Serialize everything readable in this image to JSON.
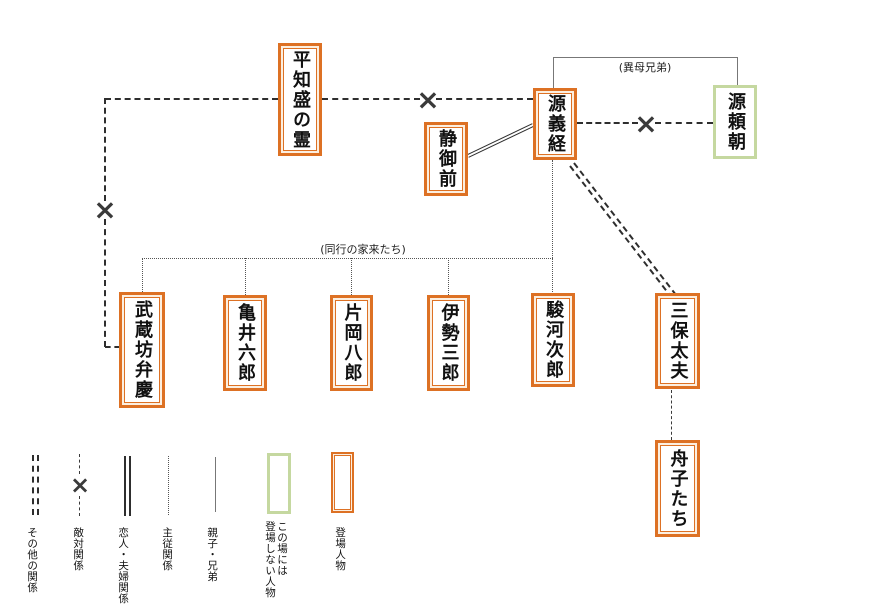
{
  "characters": [
    {
      "name": "平知盛の霊"
    },
    {
      "name": "静御前"
    },
    {
      "name": "源義経"
    },
    {
      "name": "源頼朝"
    },
    {
      "name": "武蔵坊弁慶"
    },
    {
      "name": "亀井六郎"
    },
    {
      "name": "片岡八郎"
    },
    {
      "name": "伊勢三郎"
    },
    {
      "name": "駿河次郎"
    },
    {
      "name": "三保太夫"
    },
    {
      "name": "舟子たち"
    }
  ],
  "annotations": {
    "half_brothers": "(異母兄弟)",
    "accompanying_retainers": "(同行の家来たち)"
  },
  "icons": {
    "conflict_x": "×"
  },
  "legend": {
    "relations": [
      {
        "label": "その他の関係",
        "style": "double-dashed"
      },
      {
        "label": "敵対関係",
        "style": "dashed-with-x"
      },
      {
        "label": "恋人・夫婦関係",
        "style": "double-solid"
      },
      {
        "label": "主従関係",
        "style": "dotted"
      },
      {
        "label": "親子・兄弟",
        "style": "solid"
      }
    ],
    "boxes": [
      {
        "label": "この場には\n登場しない人物",
        "style": "absent-green"
      },
      {
        "label": "登場人物",
        "style": "appearing-orange"
      }
    ]
  },
  "colors": {
    "appearing_character_border": "#dd7124",
    "absent_character_border": "#c5d8a0",
    "line": "#2e2e2e"
  }
}
